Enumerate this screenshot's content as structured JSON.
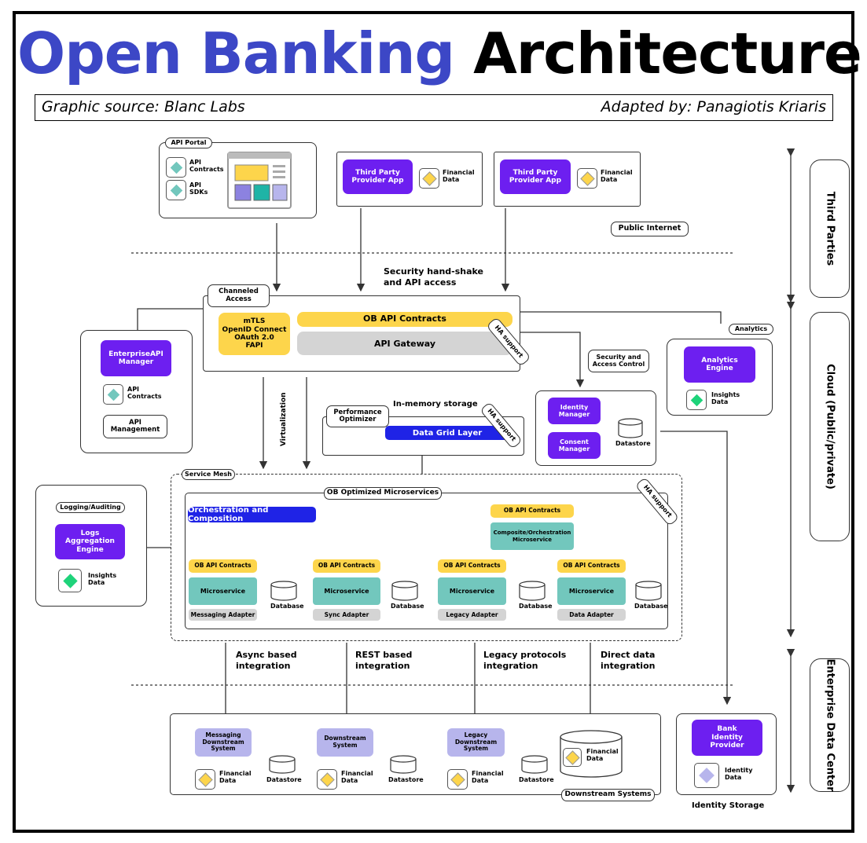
{
  "header": {
    "title_part1": "Open Banking",
    "title_part2": "Architecture",
    "source": "Graphic source: Blanc Labs",
    "adapted": "Adapted by: Panagiotis Kriaris"
  },
  "colors": {
    "purple": "#6d1ff0",
    "blue": "#1f23e6",
    "yellow": "#fdd54b",
    "teal": "#72c7bd",
    "gray": "#d4d4d4",
    "lavender": "#b7b5ec",
    "title_blue": "#3c47c6",
    "green": "#1ed37a"
  },
  "third": {
    "api_portal": "API Portal",
    "api_contracts": "API\nContracts",
    "api_sdks": "API\nSDKs",
    "tpp1": "Third Party\nProvider App",
    "tpp2": "Third Party\nProvider App",
    "fin1": "Financial\nData",
    "fin2": "Financial\nData",
    "public_internet": "Public Internet"
  },
  "side": {
    "third_parties": "Third Parties",
    "cloud": "Cloud (Public/private)",
    "edc": "Enterprise Data Center"
  },
  "gateway": {
    "handshake": "Security hand-shake\nand API access",
    "channeled": "Channeled\nAccess",
    "security": "mTLS\nOpenID Connect\nOAuth 2.0\nFAPI",
    "contracts": "OB API Contracts",
    "gateway": "API Gateway",
    "ha": "HA support"
  },
  "enterprise": {
    "manager": "EnterpriseAPI\nManager",
    "contracts": "API\nContracts",
    "management": "API\nManagement"
  },
  "analytics": {
    "label": "Analytics",
    "engine": "Analytics\nEngine",
    "insights": "Insights\nData"
  },
  "security": {
    "label": "Security and\nAccess Control",
    "identity": "Identity\nManager",
    "consent": "Consent\nManager",
    "datastore": "Datastore"
  },
  "perf": {
    "virtualization": "Virtualization",
    "inmem": "In-memory storage",
    "optimizer": "Performance\nOptimizer",
    "grid": "Data Grid Layer",
    "ha": "HA support"
  },
  "mesh": {
    "label": "Service Mesh",
    "ms_label": "OB Optimized Microservices",
    "orch": "Orchestration and Composition",
    "ha": "HA support",
    "composite_contract": "OB API Contracts",
    "composite": "Composite/Orchestration\nMicroservice",
    "cols": [
      {
        "contract": "OB API Contracts",
        "ms": "Microservice",
        "adapter": "Messaging Adapter",
        "db": "Database"
      },
      {
        "contract": "OB API Contracts",
        "ms": "Microservice",
        "adapter": "Sync Adapter",
        "db": "Database"
      },
      {
        "contract": "OB API Contracts",
        "ms": "Microservice",
        "adapter": "Legacy Adapter",
        "db": "Database"
      },
      {
        "contract": "OB API Contracts",
        "ms": "Microservice",
        "adapter": "Data Adapter",
        "db": "Database"
      }
    ]
  },
  "logging": {
    "label": "Logging/Auditing",
    "engine": "Logs\nAggregation\nEngine",
    "insights": "Insights\nData"
  },
  "integration": [
    "Async based\nintegration",
    "REST based\nintegration",
    "Legacy protocols\nintegration",
    "Direct data\nintegration"
  ],
  "downstream": {
    "label": "Downstream Systems",
    "systems": [
      {
        "name": "Messaging\nDownstream\nSystem",
        "fin": "Financial\nData",
        "ds": "Datastore"
      },
      {
        "name": "Downstream\nSystem",
        "fin": "Financial\nData",
        "ds": "Datastore"
      },
      {
        "name": "Legacy\nDownstream\nSystem",
        "fin": "Financial\nData",
        "ds": "Datastore"
      }
    ],
    "fin_big": "Financial\nData"
  },
  "identity": {
    "provider": "Bank\nIdentity\nProvider",
    "data": "Identity\nData",
    "storage": "Identity Storage"
  }
}
